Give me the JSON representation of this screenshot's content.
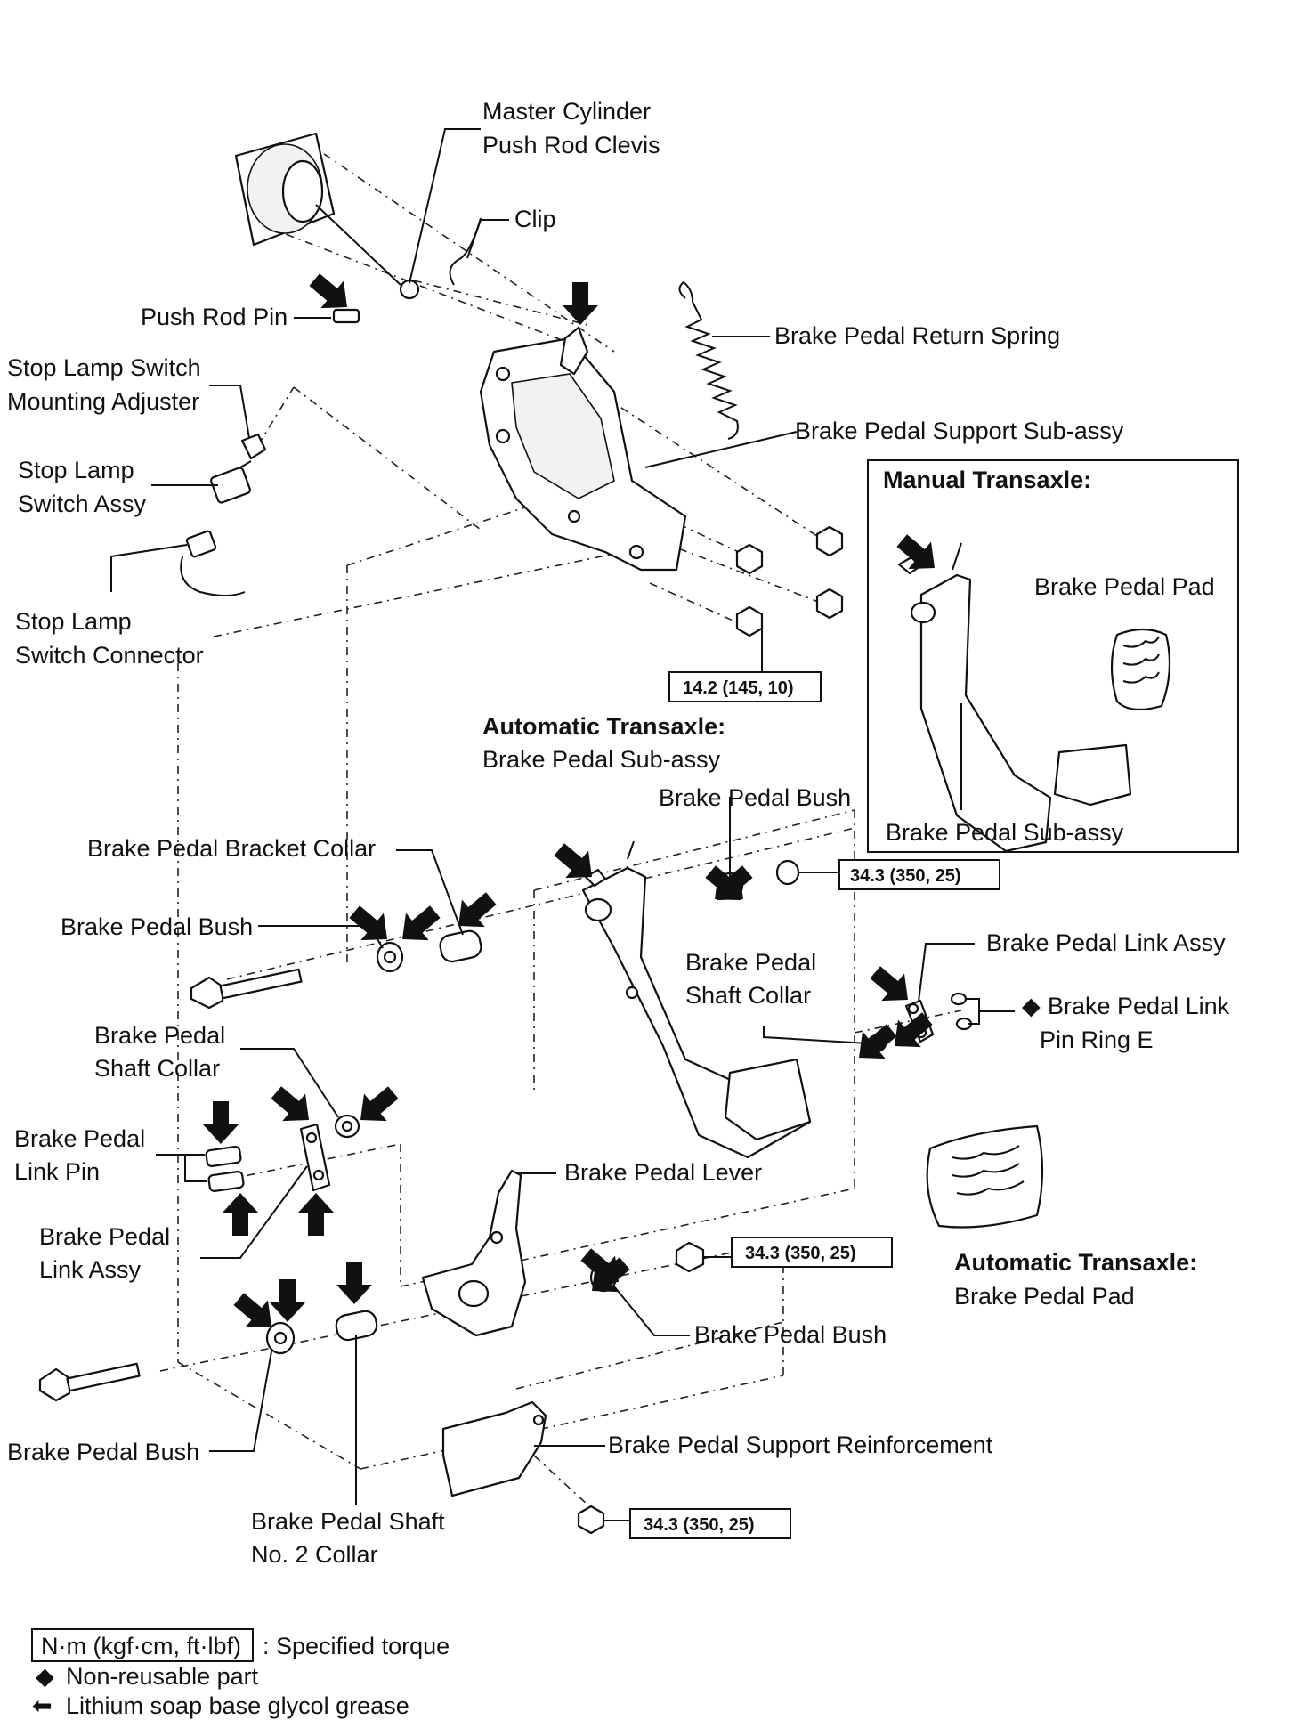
{
  "labels": {
    "master_cylinder": [
      "Master Cylinder",
      "Push Rod Clevis"
    ],
    "clip": "Clip",
    "push_rod_pin": "Push Rod Pin",
    "return_spring": "Brake Pedal Return Spring",
    "stop_lamp_adjuster": [
      "Stop Lamp Switch",
      "Mounting Adjuster"
    ],
    "support_sub_assy": "Brake Pedal Support Sub-assy",
    "stop_lamp_switch": [
      "Stop Lamp",
      "Switch Assy"
    ],
    "stop_lamp_connector": [
      "Stop Lamp",
      "Switch Connector"
    ],
    "manual_transaxle_title": "Manual Transaxle:",
    "manual_pedal_pad": "Brake Pedal Pad",
    "manual_pedal_sub_assy": "Brake Pedal Sub-assy",
    "auto_transaxle_title": "Automatic Transaxle:",
    "auto_pedal_sub_assy": "Brake Pedal Sub-assy",
    "bush_upper_right": "Brake Pedal Bush",
    "bracket_collar": "Brake Pedal Bracket Collar",
    "bush_upper_left": "Brake Pedal Bush",
    "link_assy_right": "Brake Pedal Link Assy",
    "shaft_collar_right": [
      "Brake Pedal",
      "Shaft Collar"
    ],
    "link_pin_ring": [
      "Brake Pedal Link",
      "Pin Ring E"
    ],
    "shaft_collar_left": [
      "Brake Pedal",
      "Shaft Collar"
    ],
    "link_pin": [
      "Brake Pedal",
      "Link Pin"
    ],
    "pedal_lever": "Brake Pedal Lever",
    "link_assy_left": [
      "Brake Pedal",
      "Link Assy"
    ],
    "auto_pad_title": "Automatic Transaxle:",
    "auto_pad": "Brake Pedal Pad",
    "bush_lower_right": "Brake Pedal Bush",
    "bush_lower_left": "Brake Pedal Bush",
    "support_reinforcement": "Brake Pedal Support Reinforcement",
    "shaft_no2_collar": [
      "Brake Pedal Shaft",
      "No. 2 Collar"
    ]
  },
  "torques": {
    "support_nut": "14.2 (145, 10)",
    "upper_shaft_nut": "34.3 (350, 25)",
    "lower_shaft_nut": "34.3 (350, 25)",
    "reinforcement_bolt": "34.3 (350, 25)"
  },
  "legend": {
    "torque_box": "N·m (kgf·cm, ft·lbf)",
    "torque_desc": ": Specified torque",
    "diamond_symbol": "◆",
    "non_reusable": "Non-reusable part",
    "arrow_symbol": "⬅",
    "grease": "Lithium soap base glycol grease"
  },
  "icons": {
    "diamond": "diamond-icon",
    "grease_arrow": "grease-arrow-icon"
  }
}
